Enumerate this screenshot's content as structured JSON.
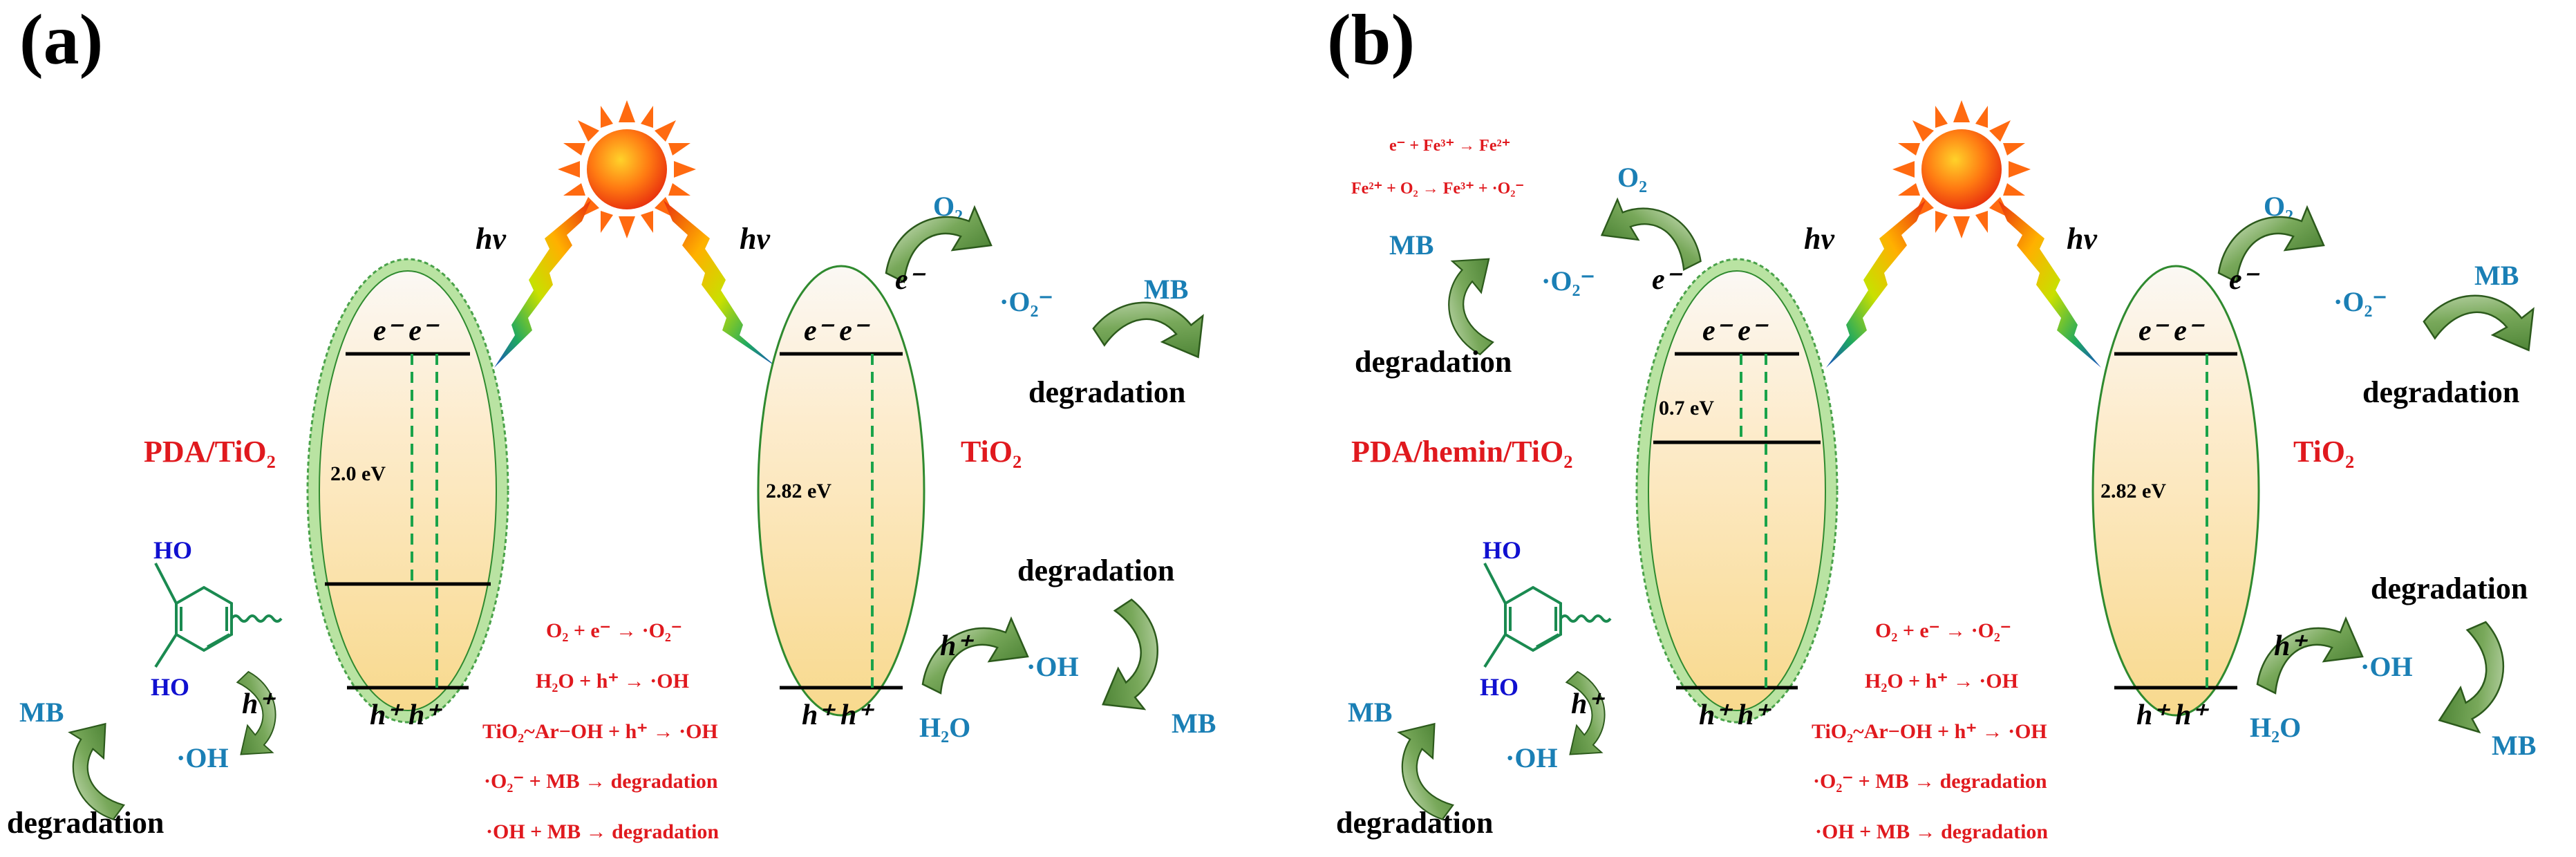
{
  "panels": [
    {
      "label": "(a)",
      "hv": "hv",
      "left_material": "PDA/TiO₂",
      "right_material": "TiO₂",
      "left_gap": "2.0 eV",
      "right_gap": "2.82 eV",
      "electrons": "e⁻ e⁻",
      "holes": "h⁺ h⁺",
      "o2": "O₂",
      "superoxide": "·O₂⁻",
      "hydroxyl": "·OH",
      "water": "H₂O",
      "mb": "MB",
      "degradation": "degradation",
      "e_minus": "e⁻",
      "h_plus": "h⁺",
      "ho": "HO",
      "equations": [
        "O₂ + e⁻ → ·O₂⁻",
        "H₂O + h⁺ → ·OH",
        "TiO₂~Ar−OH + h⁺ → ·OH",
        "·O₂⁻ + MB → degradation",
        "·OH + MB → degradation"
      ]
    },
    {
      "label": "(b)",
      "hv": "hv",
      "left_material": "PDA/hemin/TiO₂",
      "right_material": "TiO₂",
      "left_gap": "0.7 eV",
      "right_gap": "2.82 eV",
      "electrons": "e⁻ e⁻",
      "holes": "h⁺ h⁺",
      "o2": "O₂",
      "superoxide": "·O₂⁻",
      "hydroxyl": "·OH",
      "water": "H₂O",
      "mb": "MB",
      "degradation": "degradation",
      "e_minus": "e⁻",
      "h_plus": "h⁺",
      "ho": "HO",
      "fe_equations": [
        "e⁻ + Fe³⁺ → Fe²⁺",
        "Fe²⁺ + O₂ → Fe³⁺ + ·O₂⁻"
      ],
      "equations": [
        "O₂ + e⁻ → ·O₂⁻",
        "H₂O + h⁺ → ·OH",
        "TiO₂~Ar−OH + h⁺ → ·OH",
        "·O₂⁻ + MB → degradation",
        "·OH + MB → degradation"
      ]
    }
  ],
  "colors": {
    "label_red": "#e0191e",
    "species_blue": "#1a7fb5",
    "ho_blue": "#1010d0",
    "arrow_green": "#3f7a2a",
    "band_line_green": "#1aa34a"
  }
}
